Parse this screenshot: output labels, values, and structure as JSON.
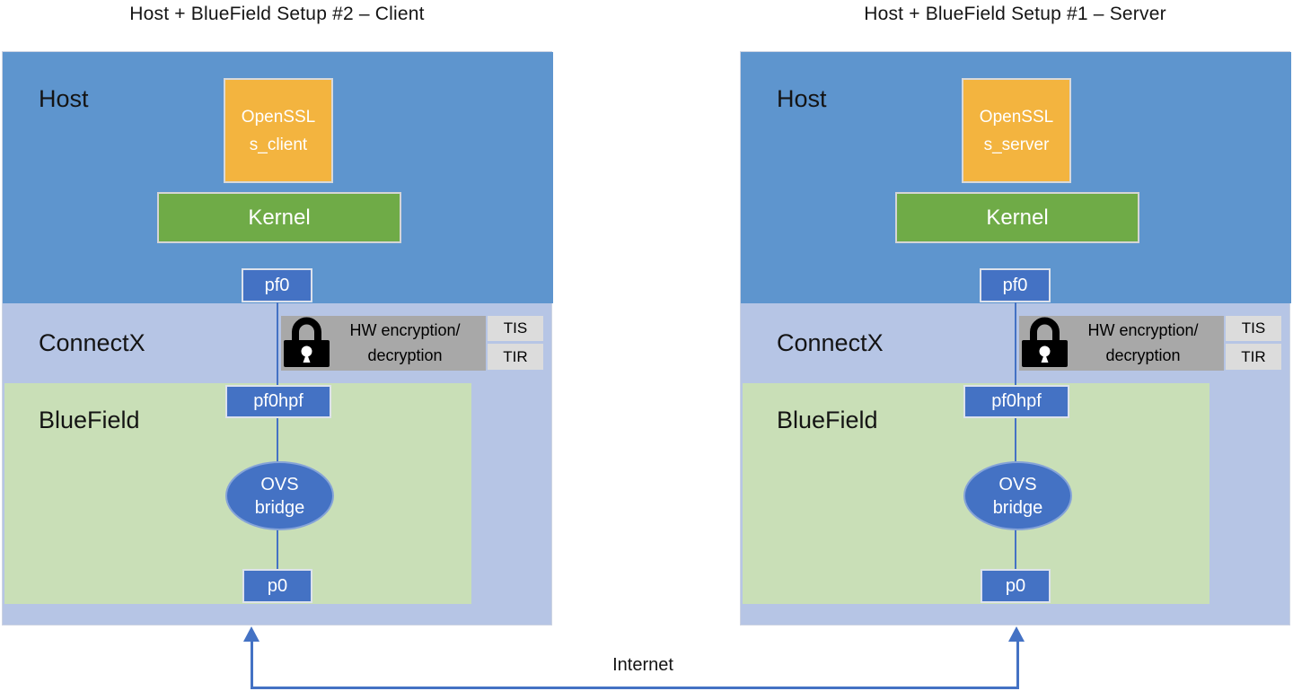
{
  "setups": [
    {
      "title": "Host + BlueField Setup #2 – Client",
      "host_label": "Host",
      "openssl_line1": "OpenSSL",
      "openssl_line2": "s_client",
      "kernel_label": "Kernel",
      "pf0_label": "pf0",
      "connectx_label": "ConnectX",
      "hw_line1": "HW encryption/",
      "hw_line2": "decryption",
      "tis_label": "TIS",
      "tir_label": "TIR",
      "bluefield_label": "BlueField",
      "pf0hpf_label": "pf0hpf",
      "ovs_line1": "OVS",
      "ovs_line2": "bridge",
      "p0_label": "p0"
    },
    {
      "title": "Host + BlueField Setup #1 – Server",
      "host_label": "Host",
      "openssl_line1": "OpenSSL",
      "openssl_line2": "s_server",
      "kernel_label": "Kernel",
      "pf0_label": "pf0",
      "connectx_label": "ConnectX",
      "hw_line1": "HW encryption/",
      "hw_line2": "decryption",
      "tis_label": "TIS",
      "tir_label": "TIR",
      "bluefield_label": "BlueField",
      "pf0hpf_label": "pf0hpf",
      "ovs_line1": "OVS",
      "ovs_line2": "bridge",
      "p0_label": "p0"
    }
  ],
  "internet_label": "Internet",
  "colors": {
    "host_blue": "#5e95ce",
    "connectx_lavender": "#b6c5e5",
    "bluefield_green": "#c9dfb7",
    "kernel_green": "#6fab47",
    "openssl_gold": "#f3b43f",
    "port_blue": "#4472c4",
    "connector_blue": "#4472c4",
    "hw_gray": "#a8a8a8",
    "tis_tir_gray": "#dcdcdc"
  }
}
